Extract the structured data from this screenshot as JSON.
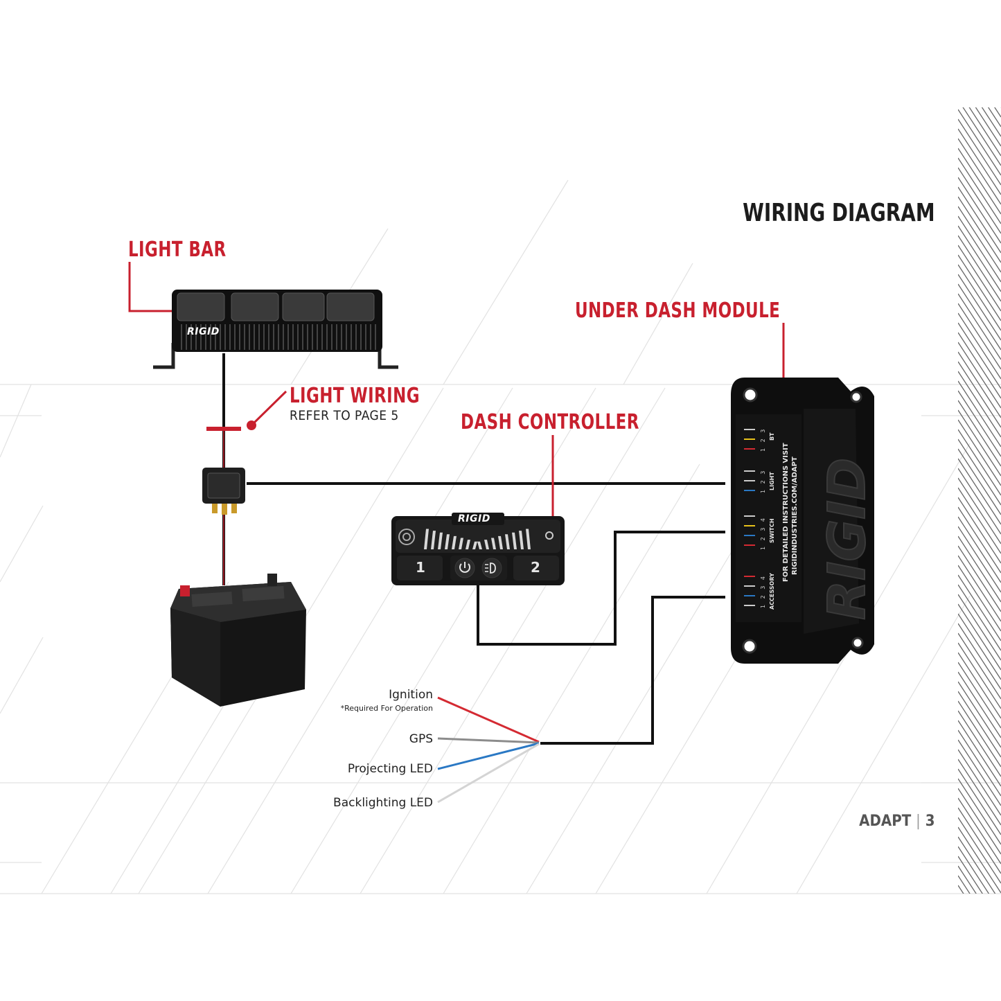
{
  "title": "WIRING DIAGRAM",
  "components": {
    "light_bar": {
      "label": "LIGHT BAR",
      "logo": "RIGID"
    },
    "light_wiring": {
      "label": "LIGHT WIRING",
      "note": "REFER TO PAGE 5"
    },
    "dash_controller": {
      "label": "DASH CONTROLLER",
      "logo": "RIGID",
      "button_1": "1",
      "button_2": "2"
    },
    "under_dash_module": {
      "label": "UNDER DASH MODULE",
      "instructions_line1": "FOR DETAILED INSTRUCTIONS VISIT",
      "instructions_line2": "RIGIDINDUSTRIES.COM/ADAPT",
      "port_groups": [
        {
          "name": "BT",
          "pins": "1 2 3"
        },
        {
          "name": "LIGHT",
          "pins": "1 2 3"
        },
        {
          "name": "SWITCH",
          "pins": "1 2 3 4"
        },
        {
          "name": "ACCESSORY",
          "pins": "1 2 3 4"
        }
      ],
      "logo": "RIGID"
    }
  },
  "wires": [
    {
      "label": "Ignition",
      "note": "*Required For Operation",
      "color": "#d42a32"
    },
    {
      "label": "GPS",
      "note": "",
      "color": "#8c8c8c"
    },
    {
      "label": "Projecting LED",
      "note": "",
      "color": "#2a78c4"
    },
    {
      "label": "Backlighting LED",
      "note": "",
      "color": "#d4d4d4"
    }
  ],
  "footer": {
    "product": "ADAPT",
    "separator": "|",
    "page": "3"
  },
  "colors": {
    "accent": "#c8202e",
    "wire": "#111111",
    "dark": "#1c1c1c"
  }
}
